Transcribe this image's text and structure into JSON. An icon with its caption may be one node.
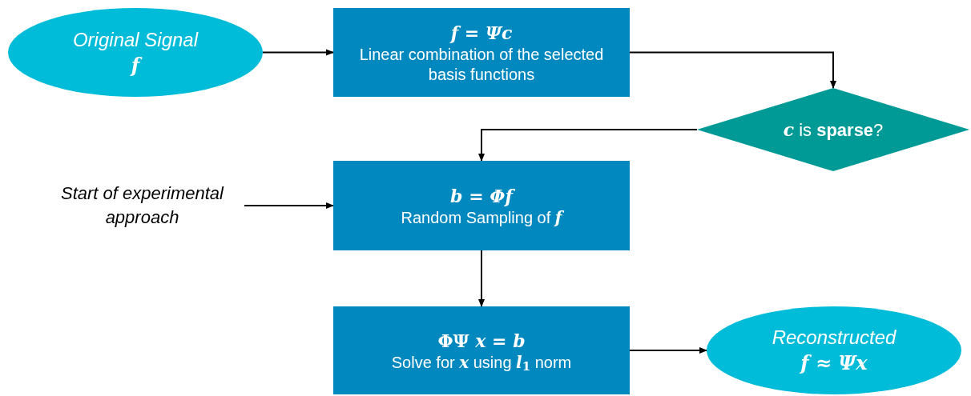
{
  "diagram": {
    "nodes": [
      {
        "text": [
          "Original Signal",
          "*f*"
        ]
      },
      {
        "text": [
          "*f* = *Ψc*",
          "Linear combination of the selected basis functions"
        ]
      },
      {
        "text": [
          "*c* is **sparse**?"
        ]
      },
      {
        "text": [
          "Start of experimental approach"
        ]
      },
      {
        "text": [
          "*b* = *Φf*",
          "Random Sampling of *f*"
        ]
      },
      {
        "text": [
          "ΦΨ *x* = *b*",
          "Solve for *x* using *l*$_{1}$ norm"
        ]
      },
      {
        "text": [
          "Reconstructed",
          "*f* ≈ *Ψx*"
        ]
      }
    ],
    "edges": [
      {
        "from": 0,
        "to": 1,
        "arrow": "to"
      },
      {
        "from": 1,
        "to": 2,
        "arrow": "to"
      },
      {
        "from": 2,
        "to": 4,
        "arrow": "to"
      },
      {
        "from": 3,
        "to": 4,
        "arrow": "to"
      },
      {
        "from": 4,
        "to": 5,
        "arrow": "to"
      },
      {
        "from": 5,
        "to": 6,
        "arrow": "to"
      }
    ]
  }
}
